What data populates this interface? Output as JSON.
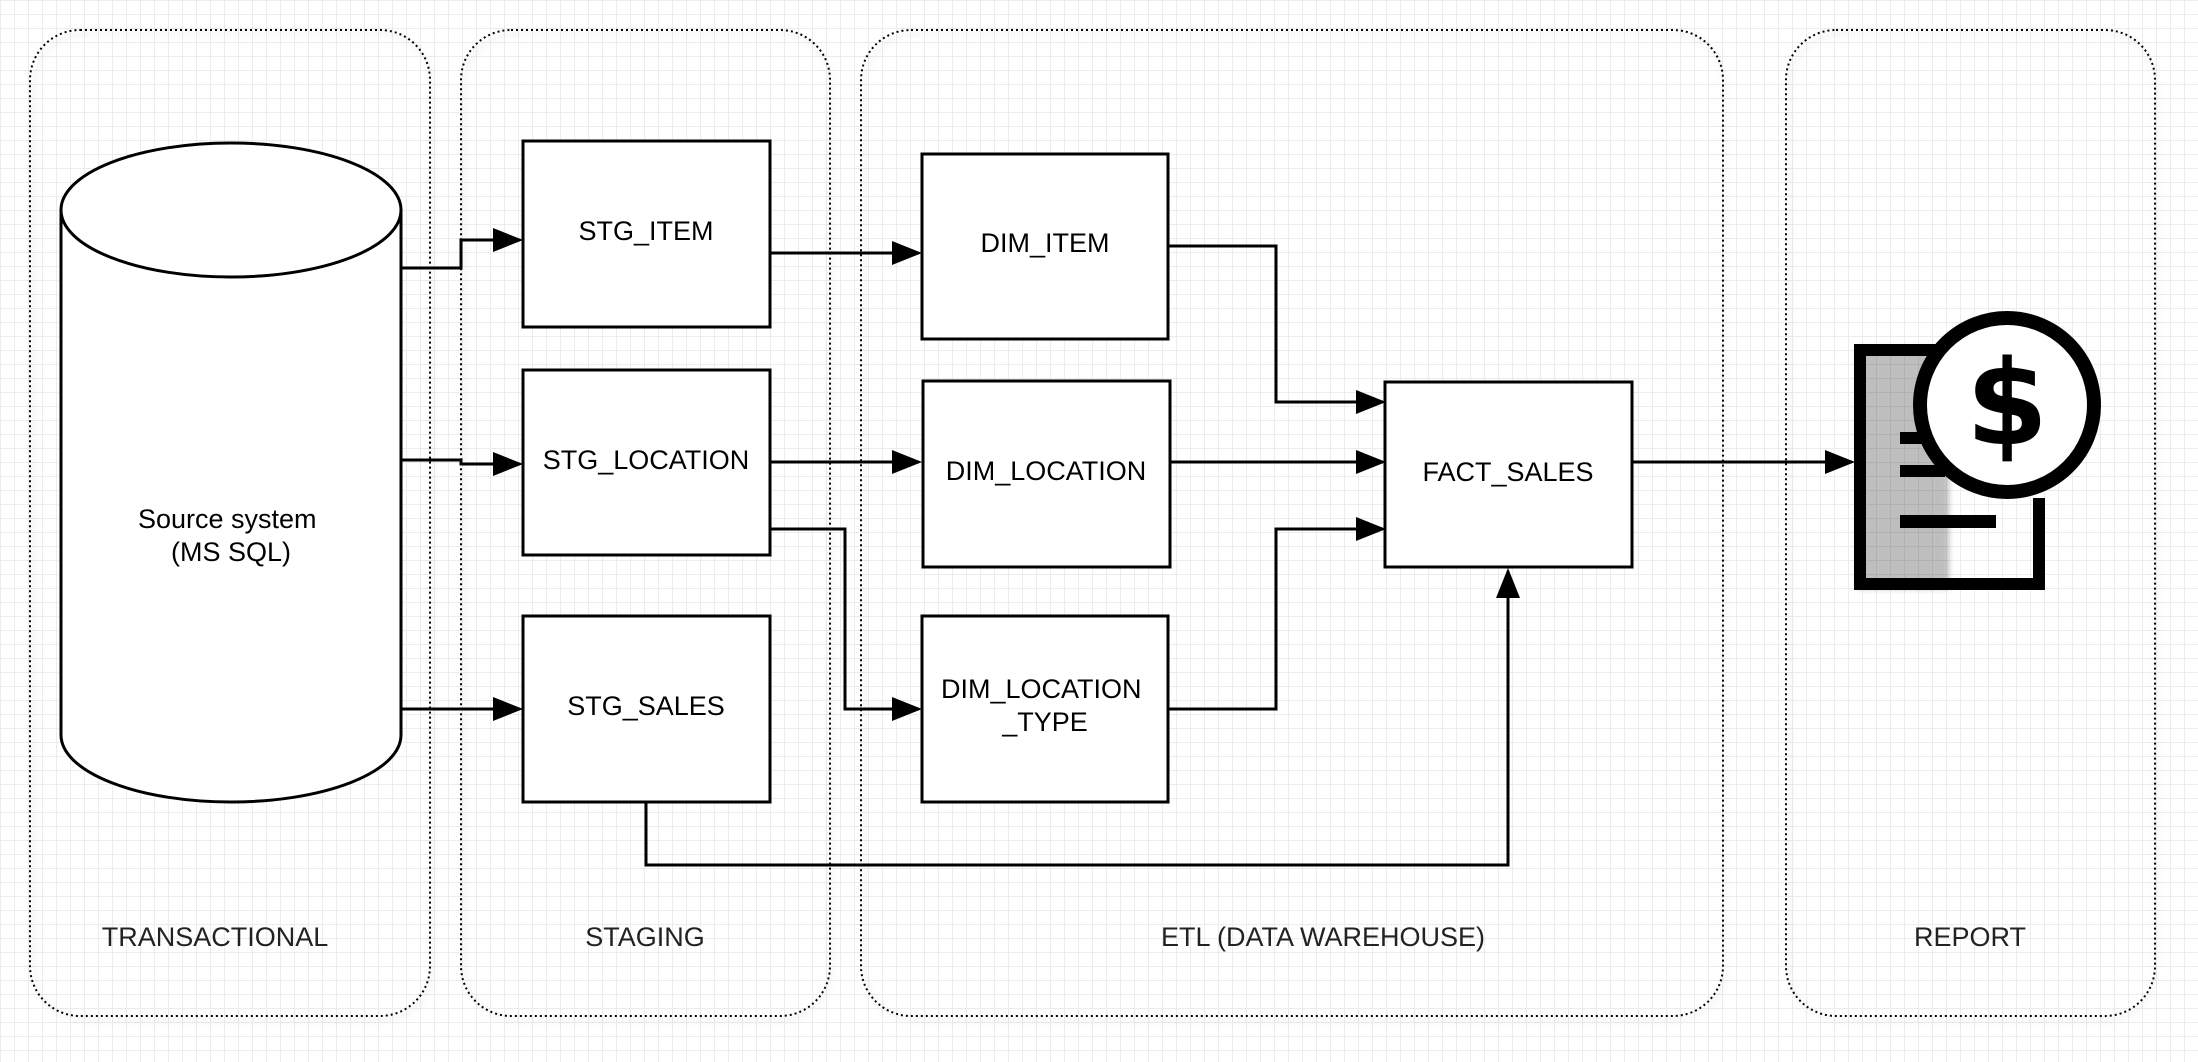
{
  "zones": {
    "transactional": "TRANSACTIONAL",
    "staging": "STAGING",
    "etl": "ETL (DATA WAREHOUSE)",
    "report": "REPORT"
  },
  "nodes": {
    "source_system": {
      "line1": "Source system",
      "line2": "(MS SQL)"
    },
    "stg_item": "STG_ITEM",
    "stg_location": "STG_LOCATION",
    "stg_sales": "STG_SALES",
    "dim_item": "DIM_ITEM",
    "dim_location": "DIM_LOCATION",
    "dim_location_type": {
      "line1": "DIM_LOCATION",
      "line2": "_TYPE"
    },
    "fact_sales": "FACT_SALES"
  },
  "icons": {
    "report": "sales-report-dollar-icon"
  },
  "edges": [
    {
      "from": "source_system",
      "to": "stg_item"
    },
    {
      "from": "source_system",
      "to": "stg_location"
    },
    {
      "from": "source_system",
      "to": "stg_sales"
    },
    {
      "from": "stg_item",
      "to": "dim_item"
    },
    {
      "from": "stg_location",
      "to": "dim_location"
    },
    {
      "from": "stg_location",
      "to": "dim_location_type"
    },
    {
      "from": "stg_sales",
      "to": "fact_sales"
    },
    {
      "from": "dim_item",
      "to": "fact_sales"
    },
    {
      "from": "dim_location",
      "to": "fact_sales"
    },
    {
      "from": "dim_location_type",
      "to": "fact_sales"
    },
    {
      "from": "fact_sales",
      "to": "report"
    }
  ]
}
